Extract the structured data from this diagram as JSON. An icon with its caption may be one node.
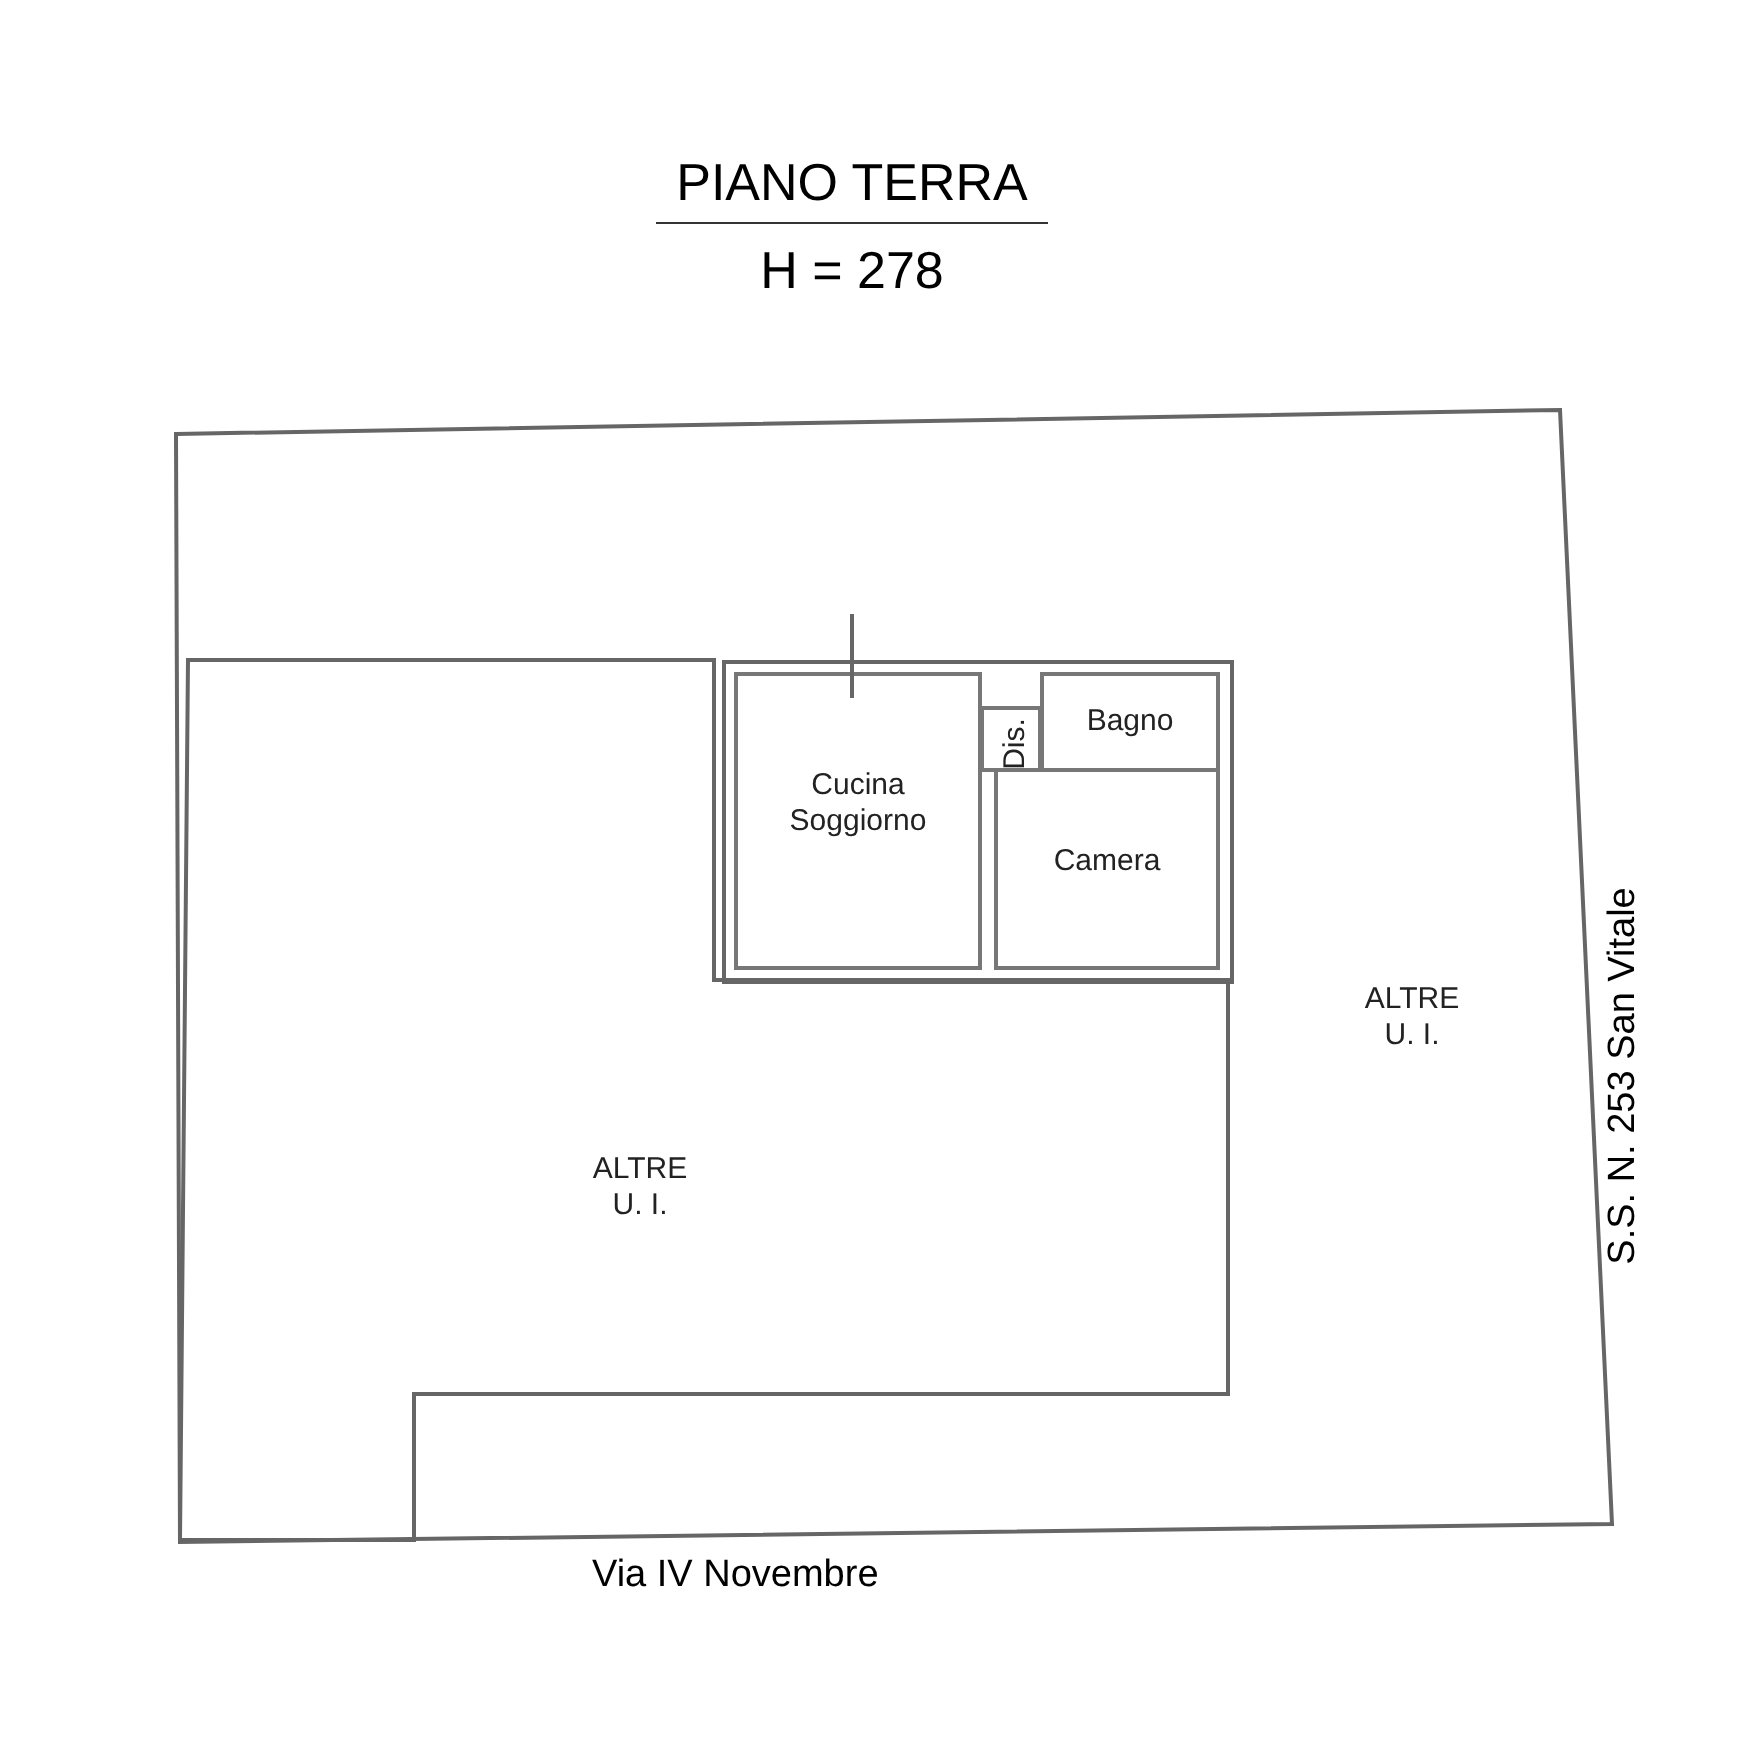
{
  "diagram": {
    "title": "PIANO TERRA",
    "nodes": [
      {
        "text": [
          "ALTRE U. I."
        ]
      },
      {
        "text": [
          "ALTRE U. I."
        ],
        "in": 0
      },
      {
        "text": [
          "Cucina Soggiorno"
        ],
        "in": 0
      },
      {
        "text": [
          "Dis."
        ],
        "in": 0
      },
      {
        "text": [
          "Bagno"
        ],
        "in": 0
      },
      {
        "text": [
          "Camera"
        ],
        "in": 0
      }
    ],
    "edges": [],
    "labels": [
      "H = 278",
      "S.S. N. 253 San Vitale",
      "Via IV Novembre"
    ]
  }
}
